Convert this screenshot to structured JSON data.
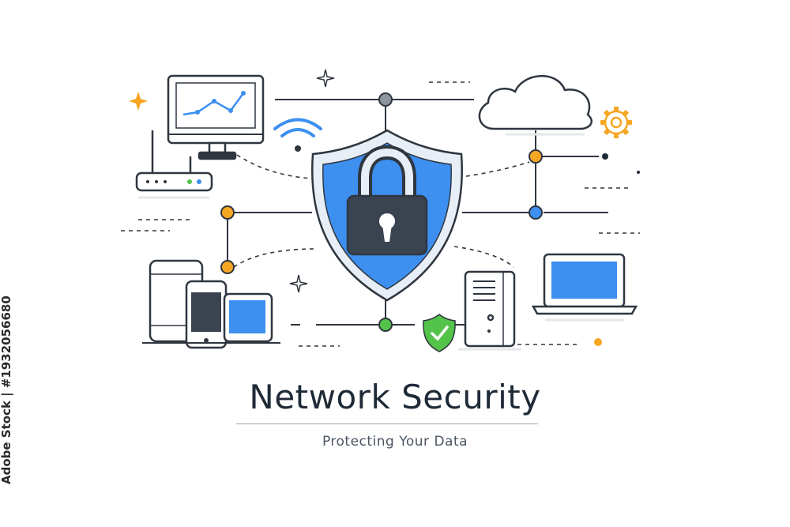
{
  "title": "Network Security",
  "subtitle": "Protecting Your Data",
  "stock_id": "Adobe Stock | #1932056680",
  "colors": {
    "outline": "#2f3640",
    "accent_blue": "#3d8ff0",
    "orange": "#f5a623",
    "green": "#53c34a",
    "gray_node": "#8e959e",
    "text_dark": "#1f2a37"
  },
  "icons": [
    "padlock-icon",
    "shield-icon",
    "monitor-icon",
    "router-icon",
    "wifi-icon",
    "cloud-icon",
    "gear-icon",
    "smartphone-icon",
    "tablet-icon",
    "server-icon",
    "laptop-icon",
    "check-shield-icon",
    "sparkle-icon"
  ]
}
